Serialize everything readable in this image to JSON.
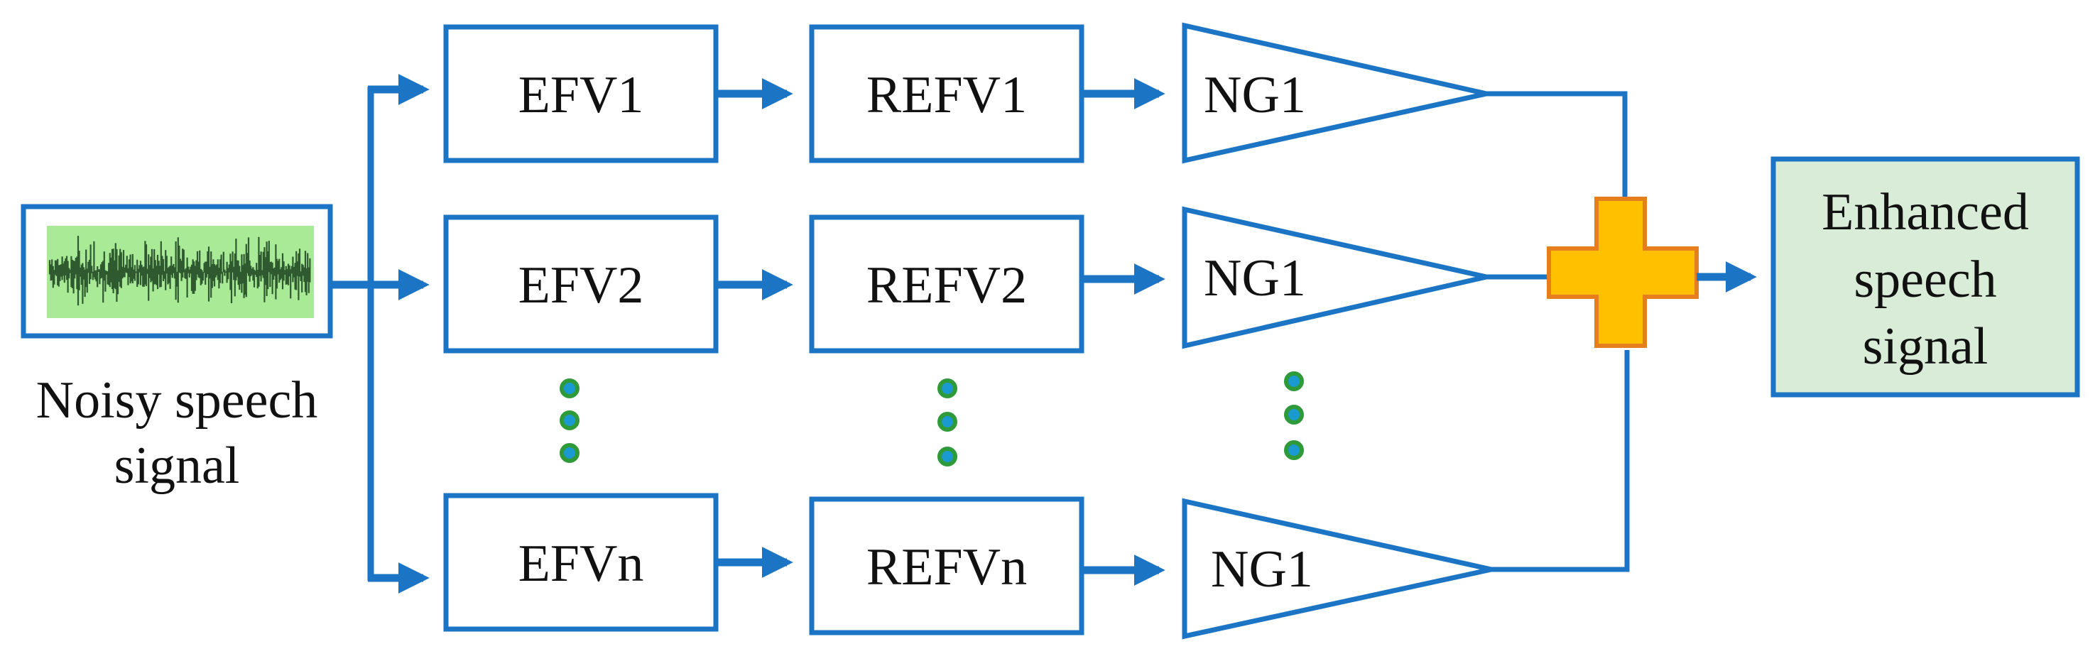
{
  "input": {
    "label_line1": "Noisy speech",
    "label_line2": "signal",
    "icon": "waveform-icon"
  },
  "branches": [
    {
      "efv": "EFV1",
      "refv": "REFV1",
      "ng": "NG1"
    },
    {
      "efv": "EFV2",
      "refv": "REFV2",
      "ng": "NG1"
    },
    {
      "efv": "EFVn",
      "refv": "REFVn",
      "ng": "NG1"
    }
  ],
  "combiner": {
    "icon": "plus-icon"
  },
  "output": {
    "line1": "Enhanced",
    "line2": "speech",
    "line3": "signal"
  },
  "colors": {
    "stroke": "#1c74c4",
    "plus_fill": "#ffc000",
    "plus_stroke": "#e67e1e",
    "output_fill": "#d8ecd8",
    "wave_bg": "#a8ea96",
    "dot_fill": "#1a9ad0"
  }
}
